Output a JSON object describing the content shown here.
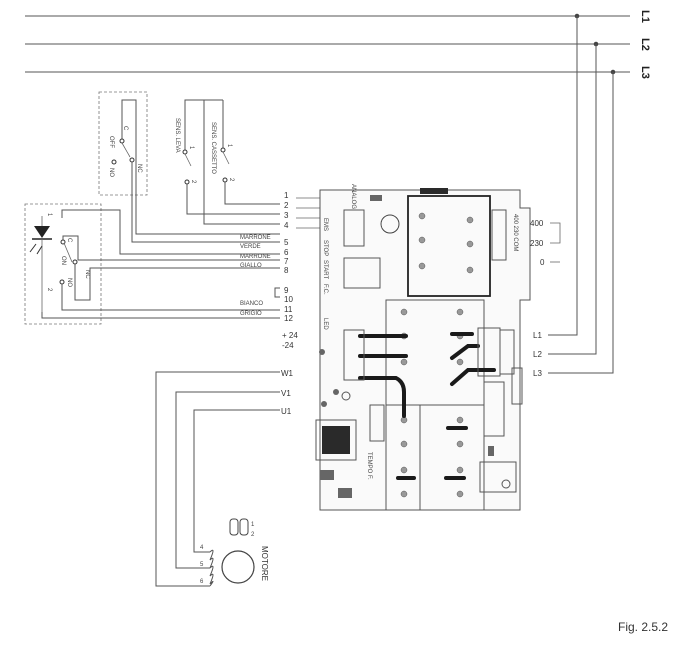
{
  "phase_lines": [
    "L1",
    "L2",
    "L3"
  ],
  "terminals_right": [
    "L1",
    "L2",
    "L3"
  ],
  "voltage_labels": [
    "400",
    "230",
    "0"
  ],
  "transformer_tag": "400 230 COM",
  "terminal_numbers": [
    "1",
    "2",
    "3",
    "4",
    "5",
    "6",
    "7",
    "8",
    "9",
    "10",
    "11",
    "12"
  ],
  "wire_colors": [
    "MARRONE",
    "VERDE",
    "MARRONE",
    "GIALLO",
    "BIANCO",
    "GRIGIO"
  ],
  "supply_labels": [
    "+ 24",
    "-24"
  ],
  "motor_terminals": [
    "W1",
    "V1",
    "U1"
  ],
  "motor_coil_numbers": [
    "4",
    "5",
    "6"
  ],
  "motor_label": "MOTORE",
  "sensor_labels": [
    "SENS. LEVA",
    "SENS. CASSETTO"
  ],
  "switch_contacts": {
    "c": "C",
    "off": "OFF",
    "on": "ON",
    "no": "NO",
    "nc": "NC",
    "one": "1",
    "two": "2"
  },
  "board_labels": {
    "left_column": [
      "EMS",
      "STOP",
      "START",
      "F.C.",
      "LED"
    ],
    "fuse": "TEMPO F.",
    "diag": "ANALOG"
  },
  "figure_caption": "Fig. 2.5.2"
}
